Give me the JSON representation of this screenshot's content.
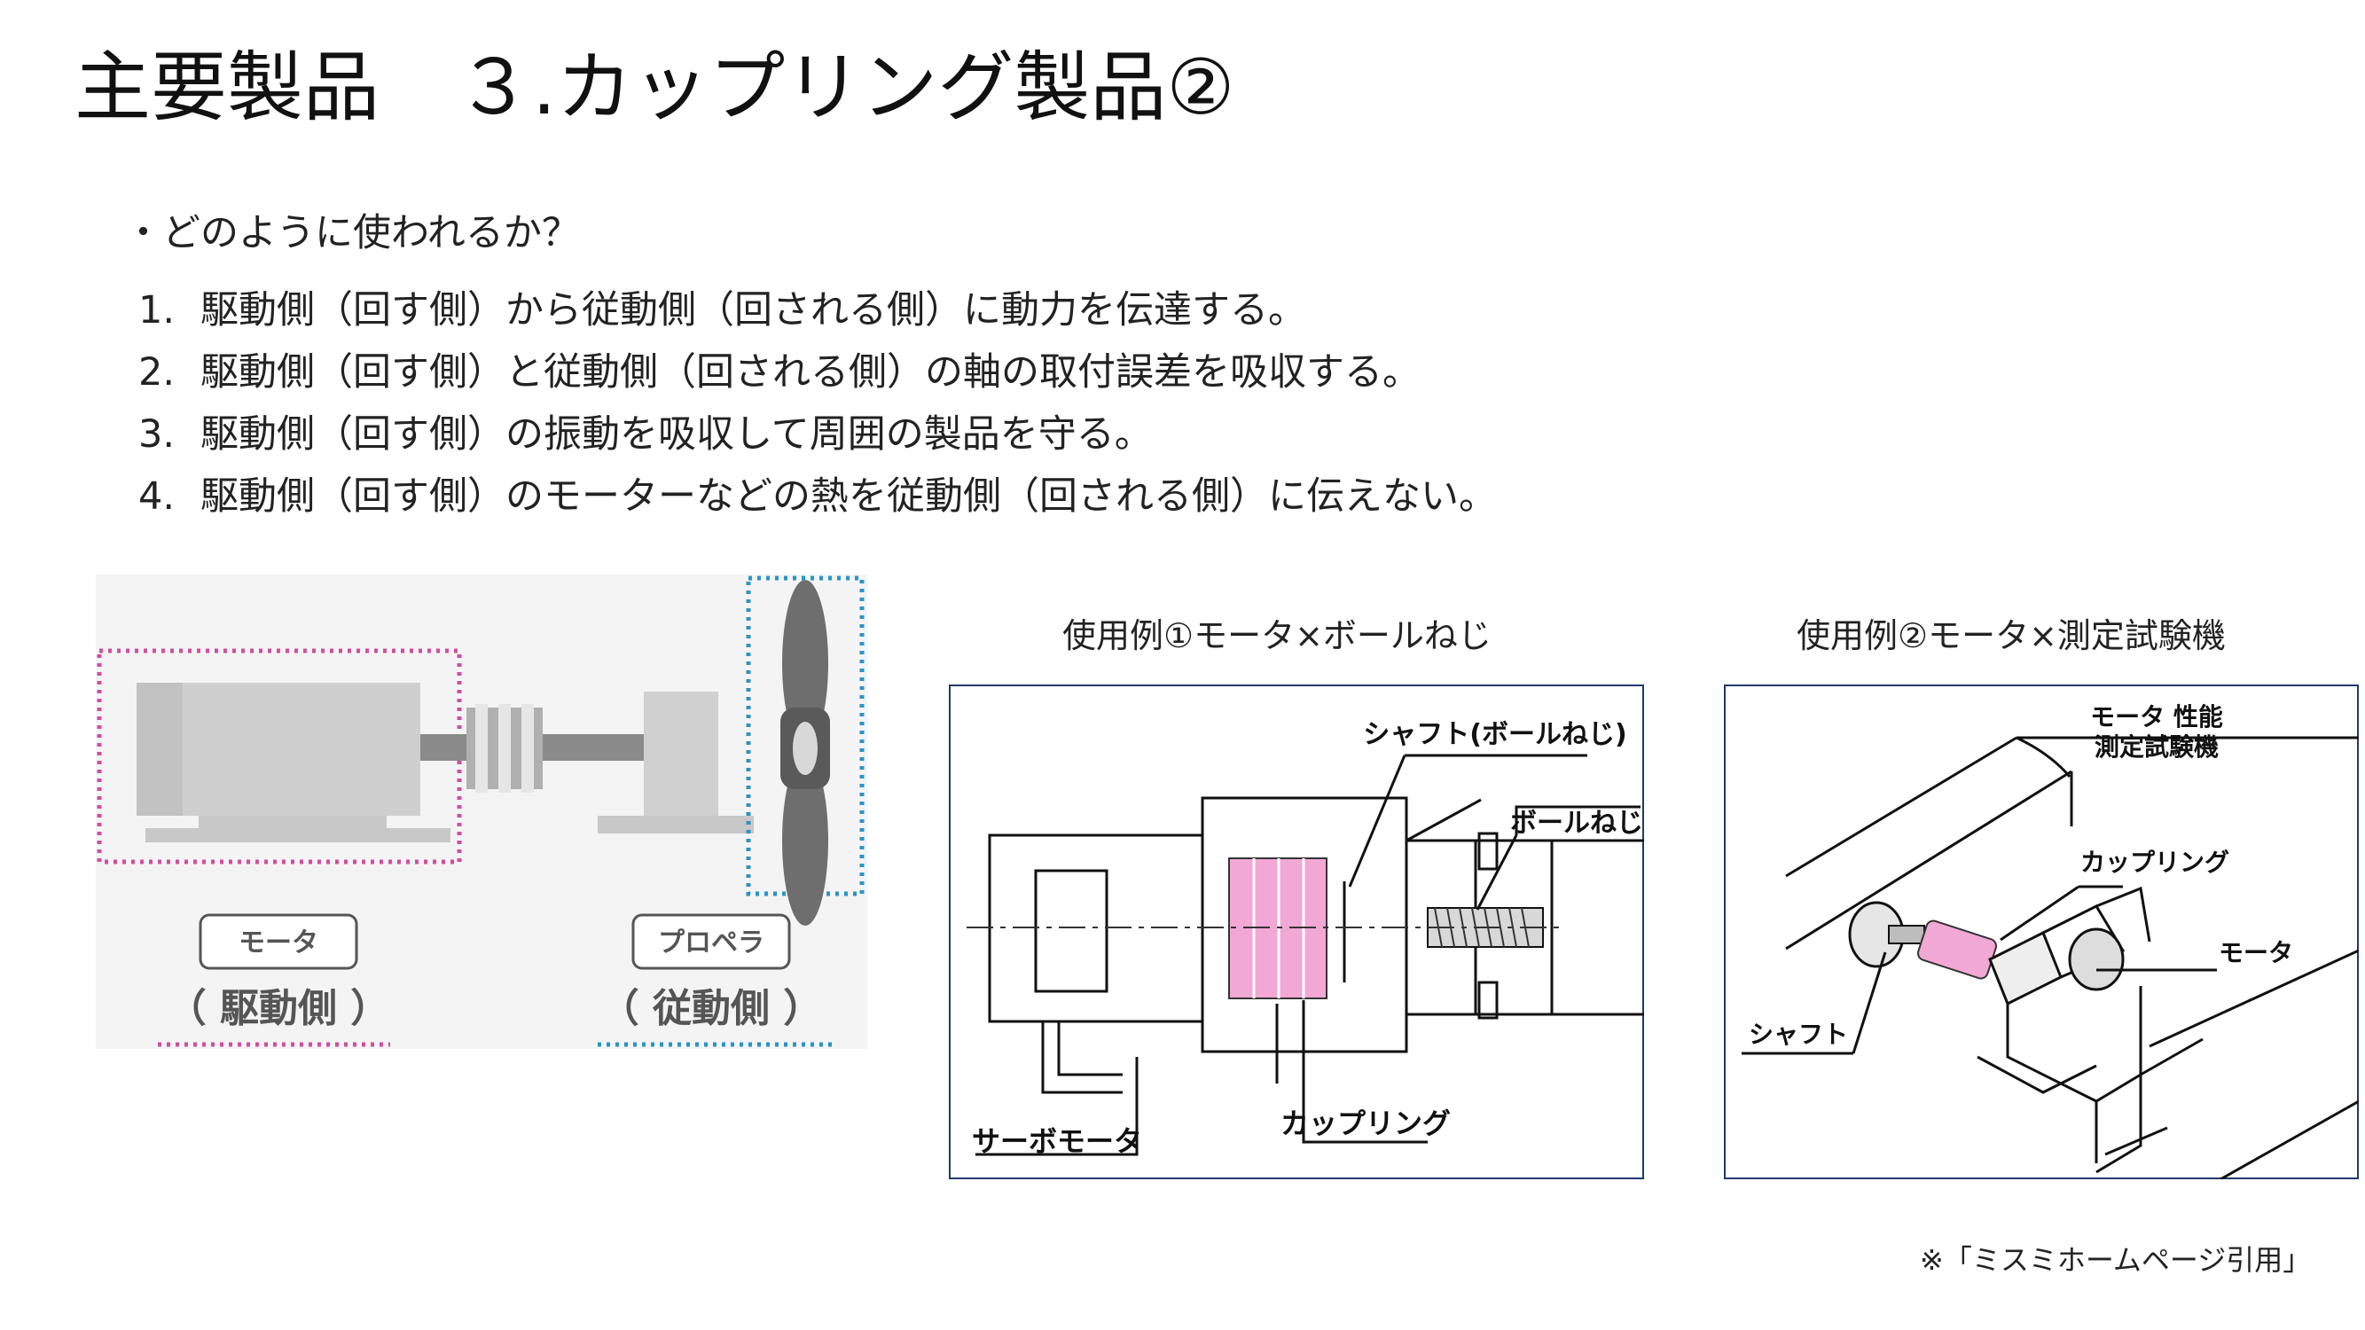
{
  "title": "主要製品　３.カップリング製品②",
  "question": "・どのように使われるか？",
  "items": [
    {
      "num": "1.",
      "text": "駆動側（回す側）から従動側（回される側）に動力を伝達する。"
    },
    {
      "num": "2.",
      "text": "駆動側（回す側）と従動側（回される側）の軸の取付誤差を吸収する。"
    },
    {
      "num": "3.",
      "text": "駆動側（回す側）の振動を吸収して周囲の製品を守る。"
    },
    {
      "num": "4.",
      "text": "駆動側（回す側）のモーターなどの熱を従動側（回される側）に伝えない。"
    }
  ],
  "left_diagram": {
    "motor_label": "モータ",
    "driving_label": "（ 駆動側 ）",
    "propeller_label": "プロペラ",
    "driven_label": "（ 従動側 ）"
  },
  "example1": {
    "caption": "使用例①モータ×ボールねじ",
    "shaft_label": "シャフト(ボールねじ)",
    "ballscrew_label": "ボールねじ",
    "coupling_label": "カップリング",
    "servo_label": "サーボモータ"
  },
  "example2": {
    "caption": "使用例②モータ×測定試験機",
    "tester_line1": "モータ 性能",
    "tester_line2": "測定試験機",
    "coupling_label": "カップリング",
    "motor_label": "モータ",
    "shaft_label": "シャフト"
  },
  "note": "※「ミスミホームページ引用」",
  "colors": {
    "pink": "#d04ea0",
    "blue": "#2a94c8",
    "coupling_pink": "#f2a8d4",
    "frame_navy": "#1f3a68"
  }
}
